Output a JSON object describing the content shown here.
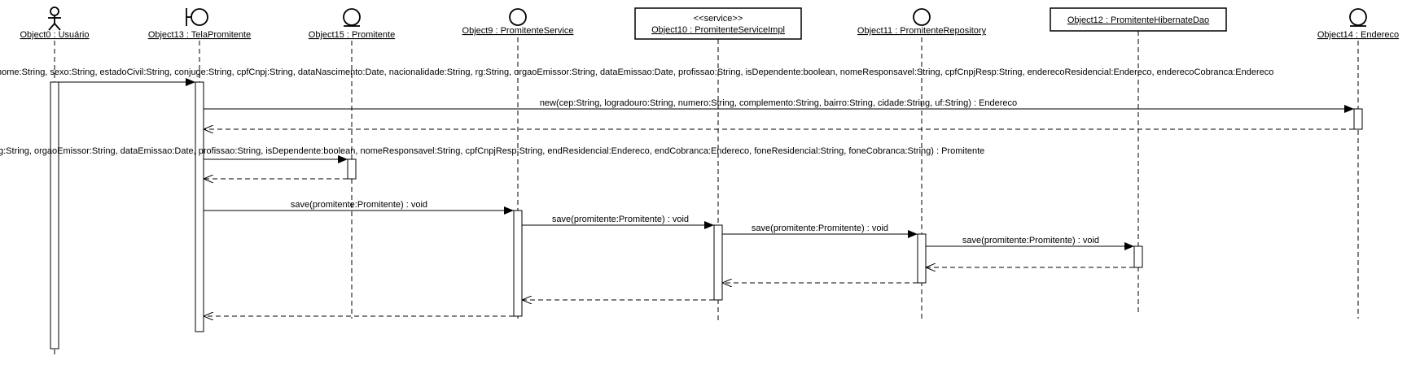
{
  "lifelines": [
    {
      "id": "usuario",
      "label": "Object0 : Usuário",
      "kind": "actor"
    },
    {
      "id": "tela",
      "label": "Object13 : TelaPromitente",
      "kind": "boundary"
    },
    {
      "id": "promitente",
      "label": "Object15 : Promitente",
      "kind": "entity"
    },
    {
      "id": "service",
      "label": "Object9 : PromitenteService",
      "kind": "control"
    },
    {
      "id": "serviceimpl",
      "label": "Object10 : PromitenteServiceImpl",
      "kind": "box",
      "stereotype": "<<service>>"
    },
    {
      "id": "repository",
      "label": "Object11 : PromitenteRepository",
      "kind": "control"
    },
    {
      "id": "dao",
      "label": "Object12 : PromitenteHibernateDao",
      "kind": "box"
    },
    {
      "id": "endereco",
      "label": "Object14 : Endereco",
      "kind": "entity"
    }
  ],
  "messages": [
    {
      "from": "usuario",
      "to": "tela",
      "type": "call",
      "label": "nome:String, sexo:String, estadoCivil:String, conjuge:String, cpfCnpj:String, dataNascimento:Date, nacionalidade:String, rg:String, orgaoEmissor:String, dataEmissao:Date, profissao:String, isDependente:boolean, nomeResponsavel:String, cpfCnpjResp:String, enderecoResidencial:Endereco, enderecoCobranca:Endereco"
    },
    {
      "from": "tela",
      "to": "endereco",
      "type": "call",
      "label": "new(cep:String, logradouro:String, numero:String, complemento:String, bairro:String, cidade:String, uf:String) : Endereco"
    },
    {
      "from": "endereco",
      "to": "tela",
      "type": "return",
      "label": ""
    },
    {
      "from": "tela",
      "to": "promitente",
      "type": "call",
      "label": "g:String, orgaoEmissor:String, dataEmissao:Date, profissao:String, isDependente:boolean, nomeResponsavel:String, cpfCnpjResp:String, endResidencial:Endereco, endCobranca:Endereco, foneResidencial:String, foneCobranca:String) : Promitente"
    },
    {
      "from": "promitente",
      "to": "tela",
      "type": "return",
      "label": ""
    },
    {
      "from": "tela",
      "to": "service",
      "type": "call",
      "label": "save(promitente:Promitente) : void"
    },
    {
      "from": "service",
      "to": "serviceimpl",
      "type": "call",
      "label": "save(promitente:Promitente) : void"
    },
    {
      "from": "serviceimpl",
      "to": "repository",
      "type": "call",
      "label": "save(promitente:Promitente) : void"
    },
    {
      "from": "repository",
      "to": "dao",
      "type": "call",
      "label": "save(promitente:Promitente) : void"
    },
    {
      "from": "dao",
      "to": "repository",
      "type": "return",
      "label": ""
    },
    {
      "from": "repository",
      "to": "serviceimpl",
      "type": "return",
      "label": ""
    },
    {
      "from": "serviceimpl",
      "to": "service",
      "type": "return",
      "label": ""
    },
    {
      "from": "service",
      "to": "tela",
      "type": "return",
      "label": ""
    }
  ]
}
